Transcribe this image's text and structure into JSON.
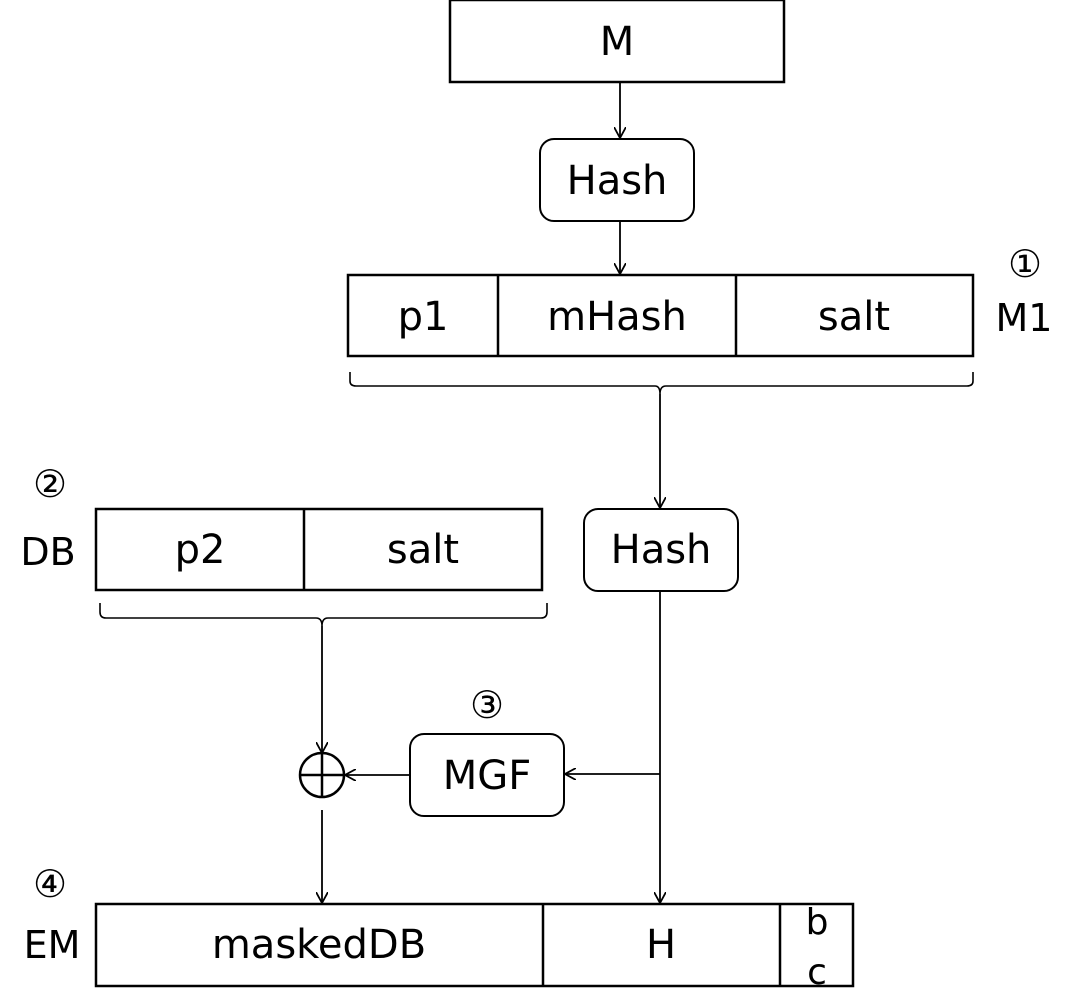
{
  "message": {
    "label": "M"
  },
  "hash_top": {
    "label": "Hash"
  },
  "m1": {
    "step": "①",
    "label": "M1",
    "fields": {
      "p1": "p1",
      "mhash": "mHash",
      "salt": "salt"
    }
  },
  "db": {
    "step": "②",
    "label": "DB",
    "fields": {
      "p2": "p2",
      "salt": "salt"
    }
  },
  "hash_mid": {
    "label": "Hash"
  },
  "mgf": {
    "step": "③",
    "label": "MGF"
  },
  "xor": {
    "symbol": "⊕"
  },
  "em": {
    "step": "④",
    "label": "EM",
    "fields": {
      "masked_db": "maskedDB",
      "h": "H",
      "bc_top": "b",
      "bc_bottom": "c"
    }
  }
}
